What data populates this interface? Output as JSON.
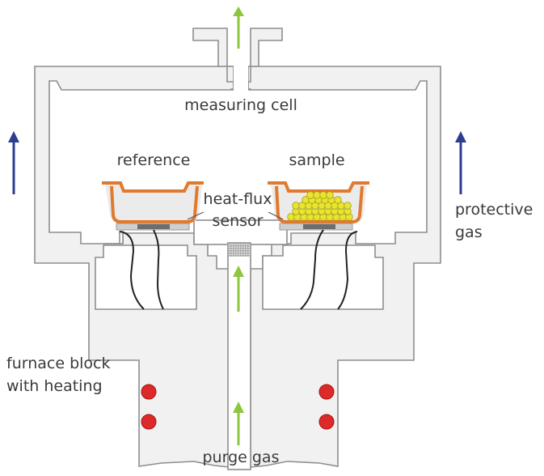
{
  "diagram": {
    "title": "Heat-flux DSC measuring cell schematic",
    "labels": {
      "measuring_cell": "measuring cell",
      "reference": "reference",
      "sample": "sample",
      "heat_flux_line1": "heat-flux",
      "heat_flux_line2": "sensor",
      "protective_gas_line1": "protective",
      "protective_gas_line2": "gas",
      "furnace_line1": "furnace block",
      "furnace_line2": "with heating",
      "purge_gas": "purge gas"
    },
    "colors": {
      "wall_fill": "#f1f1f1",
      "wall_stroke": "#8e8e8e",
      "crucible_orange": "#e07a2e",
      "crucible_inner": "#ebebeb",
      "sample_yellow": "#e8e431",
      "sensor_plate": "#6d6d6d",
      "heater_red": "#dc2a2a",
      "purge_arrow_green": "#8cc63f",
      "protective_arrow_blue": "#2e3d8f"
    },
    "arrows": [
      {
        "name": "exhaust",
        "direction": "up",
        "gas": "purge"
      },
      {
        "name": "purge-inner",
        "direction": "up",
        "gas": "purge"
      },
      {
        "name": "purge-inlet",
        "direction": "up",
        "gas": "purge"
      },
      {
        "name": "protective-left",
        "direction": "up",
        "gas": "protective"
      },
      {
        "name": "protective-right",
        "direction": "up",
        "gas": "protective"
      }
    ],
    "heater_count": 4
  }
}
